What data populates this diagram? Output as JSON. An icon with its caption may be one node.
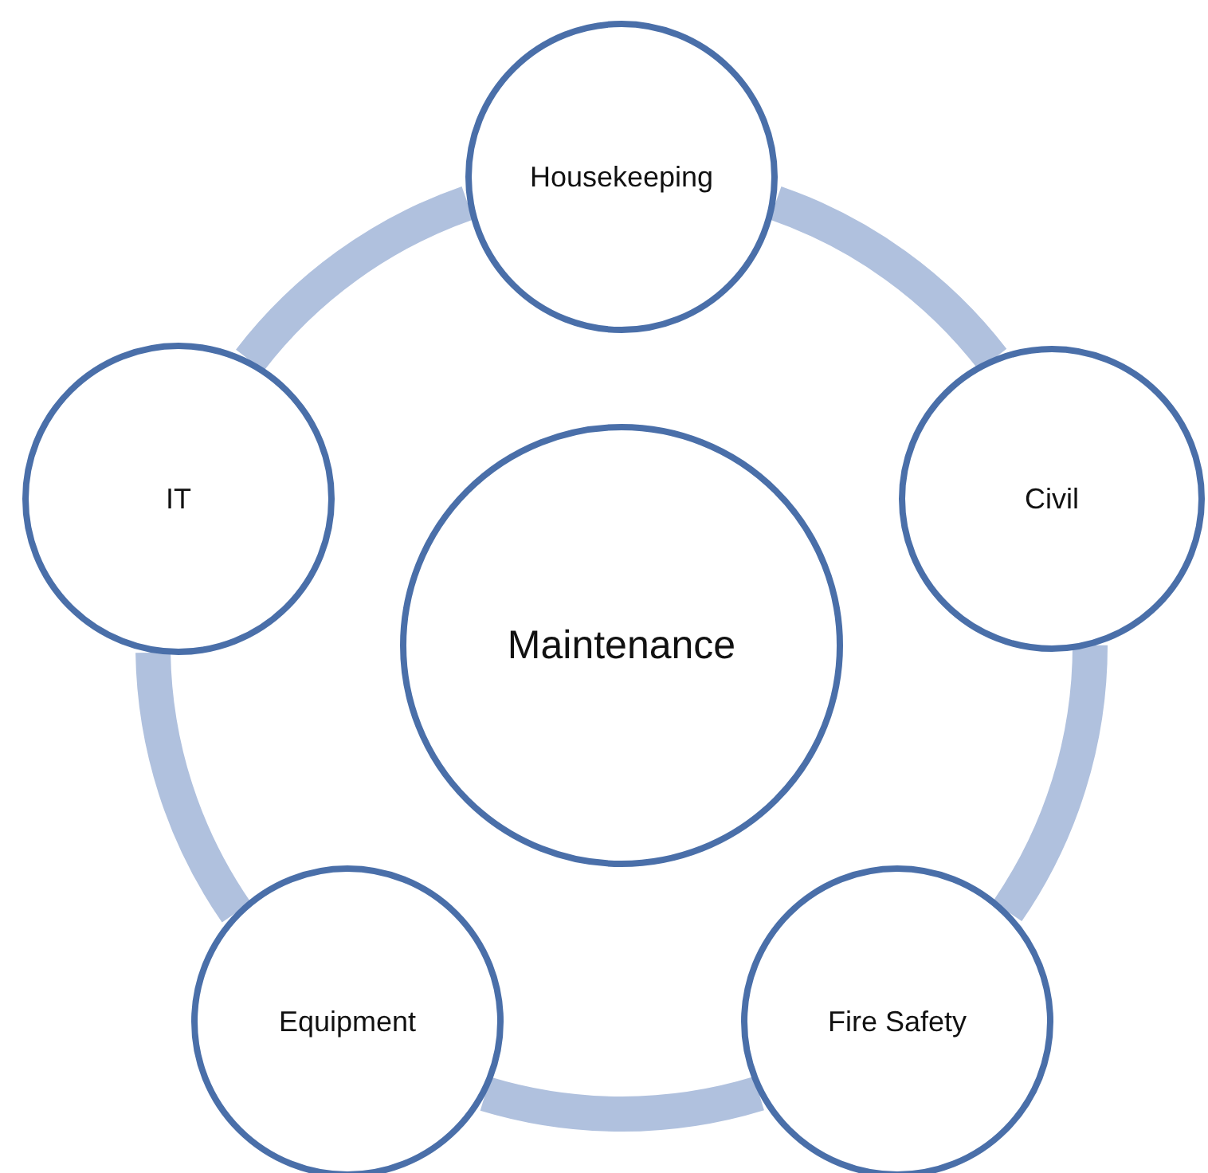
{
  "diagram": {
    "nodes": [
      {
        "text": [
          "Housekeeping"
        ]
      },
      {
        "text": [
          "IT"
        ]
      },
      {
        "text": [
          "Civil"
        ]
      },
      {
        "text": [
          "Maintenance"
        ]
      },
      {
        "text": [
          "Equipment"
        ]
      },
      {
        "text": [
          "Fire Safety"
        ]
      }
    ],
    "edges": [
      {
        "from": 0,
        "to": 2,
        "arrow": "none"
      },
      {
        "from": 2,
        "to": 5,
        "arrow": "none"
      },
      {
        "from": 5,
        "to": 4,
        "arrow": "none"
      },
      {
        "from": 4,
        "to": 1,
        "arrow": "none"
      },
      {
        "from": 1,
        "to": 0,
        "arrow": "none"
      }
    ]
  }
}
